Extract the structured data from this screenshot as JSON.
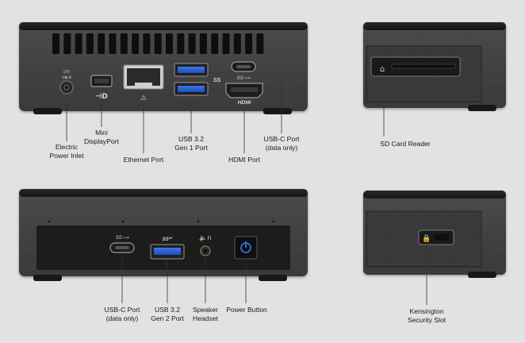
{
  "rear_view": {
    "port_labels": {
      "power": "Electric\nPower Inlet",
      "minidp": "Mini\nDisplayPort",
      "ethernet": "Ethernet Port",
      "usb_gen1": "USB 3.2\nGen 1 Port",
      "hdmi": "HDMI Port",
      "usbc": "USB-C Port\n(data only)"
    },
    "hdmi_logo": "HDMI",
    "usb_logo": "SS",
    "power_rating": "19V"
  },
  "side_view_top": {
    "label": "SD Card Reader"
  },
  "front_view": {
    "port_labels": {
      "usbc": "USB-C Port\n(data only)",
      "usb_gen2": "USB 3.2\nGen 2 Port",
      "speaker": "Speaker\nHeadset",
      "power_button": "Power Button"
    },
    "usb_logo": "SS",
    "usb_logo_speed": "10"
  },
  "side_view_bottom": {
    "label": "Kensington\nSecurity Slot"
  },
  "colors": {
    "background": "#e2e2e2",
    "case_dark": "#1c1c1c",
    "body_gray": "#404040",
    "usb_blue": "#2b64d8",
    "power_led": "#2f7cf0"
  }
}
